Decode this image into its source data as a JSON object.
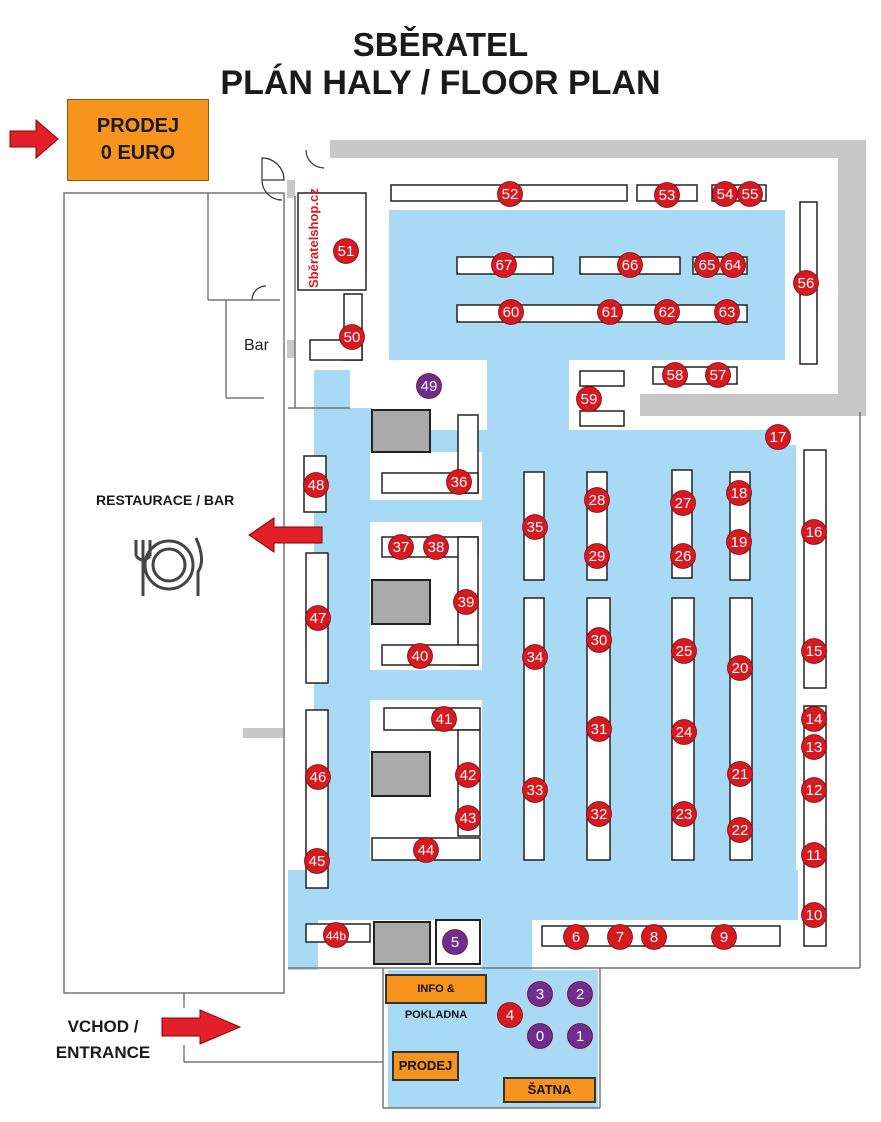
{
  "title": {
    "line1": "SBĚRATEL",
    "line2": "PLÁN HALY / FLOOR PLAN"
  },
  "labels": {
    "sale_zero": [
      "PRODEJ",
      "0 EURO"
    ],
    "restaurant": "RESTAURACE / BAR",
    "entrance": [
      "VCHOD /",
      "ENTRANCE"
    ],
    "bar": "Bar",
    "info": "INFO & POKLADNA",
    "sale": "PRODEJ",
    "cloakroom": "ŠATNA"
  },
  "logo_text": "Sberatelshop.cz",
  "colors": {
    "floor": "#a8daf5",
    "stand_marker": "#d71920",
    "special_marker": "#6f2c91",
    "orange": "#f7941d",
    "arrow": "#e2202a",
    "wall": "#c8c8c8"
  },
  "stands": {
    "red": [
      "4",
      "6",
      "7",
      "8",
      "9",
      "10",
      "11",
      "12",
      "13",
      "14",
      "15",
      "16",
      "17",
      "18",
      "19",
      "20",
      "21",
      "22",
      "23",
      "24",
      "25",
      "26",
      "27",
      "28",
      "29",
      "30",
      "31",
      "32",
      "33",
      "34",
      "35",
      "36",
      "37",
      "38",
      "39",
      "40",
      "41",
      "42",
      "43",
      "44",
      "44b",
      "45",
      "46",
      "47",
      "48",
      "50",
      "51",
      "52",
      "53",
      "54",
      "55",
      "56",
      "57",
      "58",
      "59",
      "60",
      "61",
      "62",
      "63",
      "64",
      "65",
      "66",
      "67"
    ],
    "purple": [
      "0",
      "1",
      "2",
      "3",
      "5",
      "49"
    ]
  }
}
